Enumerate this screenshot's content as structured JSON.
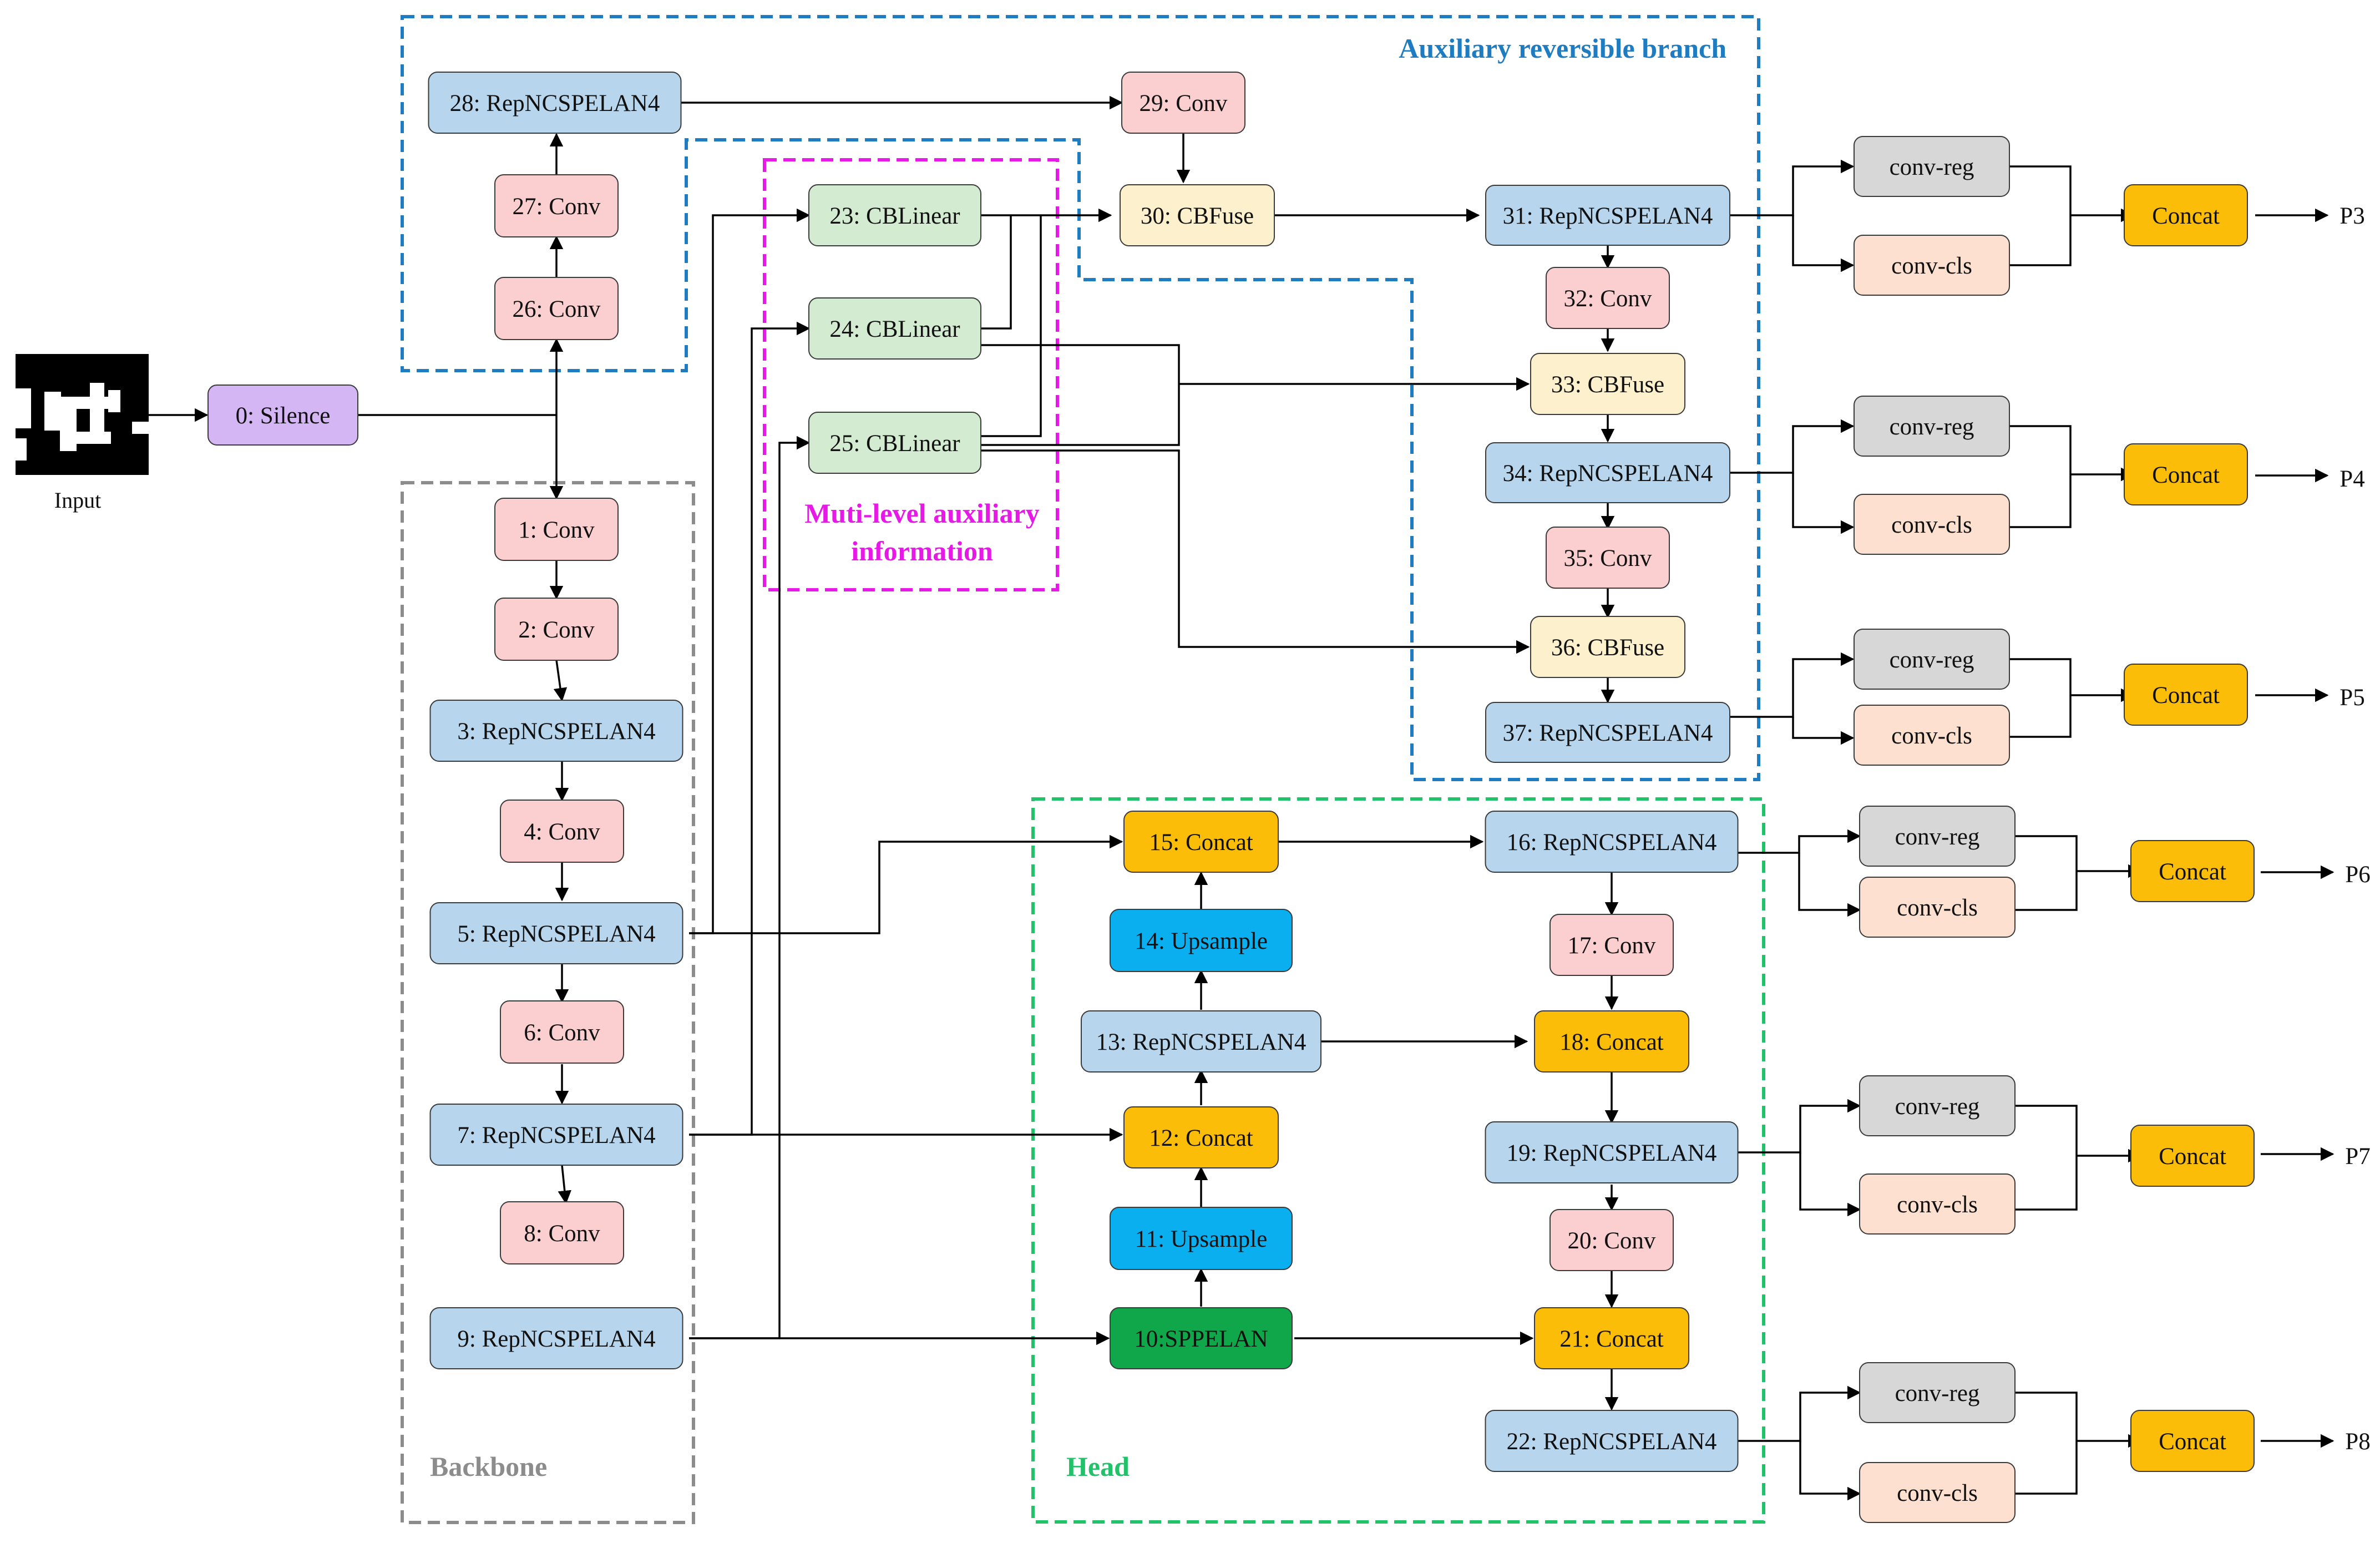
{
  "colors": {
    "conv": "#fbcfcf",
    "rep": "#b7d6ee",
    "cblinear": "#d3ebd0",
    "cbfuse": "#fdf0cc",
    "concat": "#fbbd07",
    "upsample": "#0aaff0",
    "sppelan": "#10a64a",
    "silence": "#d5b6f5",
    "convreg": "#d7d7d7",
    "convcls": "#fde0cf",
    "aux_branch": "#1f7cc0",
    "multilevel": "#e619e6",
    "backbone": "#8c8c8c",
    "head": "#22c26a"
  },
  "input": {
    "label": "Input"
  },
  "regions": {
    "aux_branch": "Auxiliary reversible branch",
    "multilevel_line1": "Muti-level auxiliary",
    "multilevel_line2": "information",
    "backbone": "Backbone",
    "head": "Head"
  },
  "nodes": [
    {
      "id": "n0",
      "label": "0: Silence",
      "type": "silence"
    },
    {
      "id": "n1",
      "label": "1: Conv",
      "type": "conv"
    },
    {
      "id": "n2",
      "label": "2: Conv",
      "type": "conv"
    },
    {
      "id": "n3",
      "label": "3: RepNCSPELAN4",
      "type": "rep"
    },
    {
      "id": "n4",
      "label": "4: Conv",
      "type": "conv"
    },
    {
      "id": "n5",
      "label": "5: RepNCSPELAN4",
      "type": "rep"
    },
    {
      "id": "n6",
      "label": "6: Conv",
      "type": "conv"
    },
    {
      "id": "n7",
      "label": "7: RepNCSPELAN4",
      "type": "rep"
    },
    {
      "id": "n8",
      "label": "8: Conv",
      "type": "conv"
    },
    {
      "id": "n9",
      "label": "9: RepNCSPELAN4",
      "type": "rep"
    },
    {
      "id": "n10",
      "label": "10:SPPELAN",
      "type": "sppelan"
    },
    {
      "id": "n11",
      "label": "11: Upsample",
      "type": "upsample"
    },
    {
      "id": "n12",
      "label": "12: Concat",
      "type": "concat"
    },
    {
      "id": "n13",
      "label": "13: RepNCSPELAN4",
      "type": "rep"
    },
    {
      "id": "n14",
      "label": "14: Upsample",
      "type": "upsample"
    },
    {
      "id": "n15",
      "label": "15: Concat",
      "type": "concat"
    },
    {
      "id": "n16",
      "label": "16: RepNCSPELAN4",
      "type": "rep"
    },
    {
      "id": "n17",
      "label": "17: Conv",
      "type": "conv"
    },
    {
      "id": "n18",
      "label": "18: Concat",
      "type": "concat"
    },
    {
      "id": "n19",
      "label": "19: RepNCSPELAN4",
      "type": "rep"
    },
    {
      "id": "n20",
      "label": "20: Conv",
      "type": "conv"
    },
    {
      "id": "n21",
      "label": "21: Concat",
      "type": "concat"
    },
    {
      "id": "n22",
      "label": "22: RepNCSPELAN4",
      "type": "rep"
    },
    {
      "id": "n23",
      "label": "23: CBLinear",
      "type": "cblinear"
    },
    {
      "id": "n24",
      "label": "24: CBLinear",
      "type": "cblinear"
    },
    {
      "id": "n25",
      "label": "25: CBLinear",
      "type": "cblinear"
    },
    {
      "id": "n26",
      "label": "26: Conv",
      "type": "conv"
    },
    {
      "id": "n27",
      "label": "27: Conv",
      "type": "conv"
    },
    {
      "id": "n28",
      "label": "28: RepNCSPELAN4",
      "type": "rep"
    },
    {
      "id": "n29",
      "label": "29: Conv",
      "type": "conv"
    },
    {
      "id": "n30",
      "label": "30: CBFuse",
      "type": "cbfuse"
    },
    {
      "id": "n31",
      "label": "31: RepNCSPELAN4",
      "type": "rep"
    },
    {
      "id": "n32",
      "label": "32: Conv",
      "type": "conv"
    },
    {
      "id": "n33",
      "label": "33: CBFuse",
      "type": "cbfuse"
    },
    {
      "id": "n34",
      "label": "34: RepNCSPELAN4",
      "type": "rep"
    },
    {
      "id": "n35",
      "label": "35: Conv",
      "type": "conv"
    },
    {
      "id": "n36",
      "label": "36: CBFuse",
      "type": "cbfuse"
    },
    {
      "id": "n37",
      "label": "37: RepNCSPELAN4",
      "type": "rep"
    }
  ],
  "outputs": [
    {
      "reg": "conv-reg",
      "cls": "conv-cls",
      "concat": "Concat",
      "out": "P3"
    },
    {
      "reg": "conv-reg",
      "cls": "conv-cls",
      "concat": "Concat",
      "out": "P4"
    },
    {
      "reg": "conv-reg",
      "cls": "conv-cls",
      "concat": "Concat",
      "out": "P5"
    },
    {
      "reg": "conv-reg",
      "cls": "conv-cls",
      "concat": "Concat",
      "out": "P6"
    },
    {
      "reg": "conv-reg",
      "cls": "conv-cls",
      "concat": "Concat",
      "out": "P7"
    },
    {
      "reg": "conv-reg",
      "cls": "conv-cls",
      "concat": "Concat",
      "out": "P8"
    }
  ]
}
